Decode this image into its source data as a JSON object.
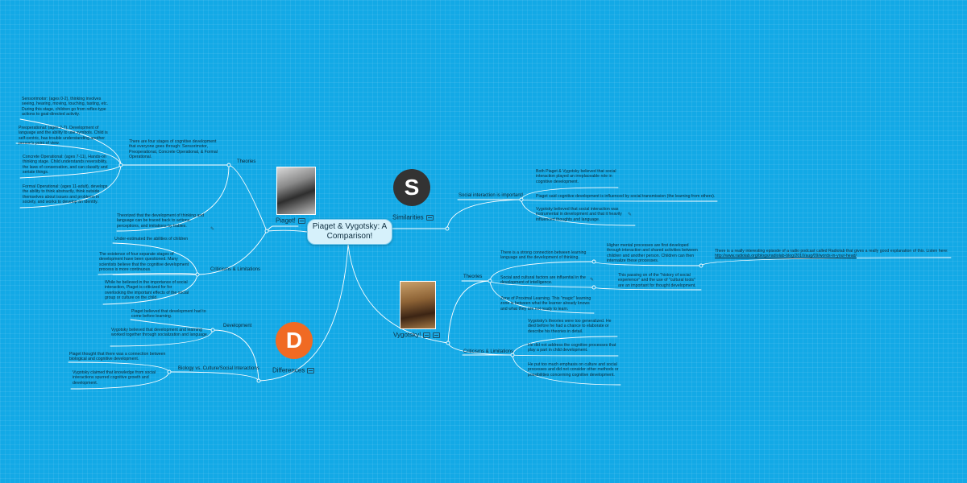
{
  "central": "Piaget & Vygotsky: A Comparison!",
  "branches": {
    "piaget": "Piaget!",
    "similarities": "Similarities",
    "vygotsky": "Vygotsky!",
    "differences": "Differences"
  },
  "badges": {
    "similarities": "S",
    "differences": "D"
  },
  "piaget": {
    "theories_label": "Theories",
    "stages_intro": "There are four stages of cognitive development that everyone goes through: Sensorimotor, Preoperational, Concrete Operational, & Formal Operational.",
    "stages": [
      "Sensorimotor: (ages 0-2), thinking involves seeing, hearing, moving, touching, tasting, etc. During this stage, children go from reflex-type actions to goal-directed activity.",
      "Preoperational: (ages 2-7), Development of language and the ability to use symbols. Child is self-centric, has trouble understanding another person's point of view.",
      "Concrete Operational: (ages 7-11), Hands-on thinking stage. Child understands reversibility, the laws of conservation, and can classify and seriate things.",
      "Formal Operational: (ages 11-adult), develops the ability to think abstractly, think outside themselves about issues and problems in society, and works to develop an identity."
    ],
    "theorized": "Theorized that the development of thinking and language can be traced back to actions, perceptions, and imitations by babies.",
    "criticisms_label": "Criticisms & Limitations",
    "criticisms": [
      "Under-estimated the abilities of children",
      "The existence of four separate stages of development have been questioned. Many scientists believe that the cognitive development process is more continuous.",
      "While he believed in the importance of social interaction, Piaget is criticized for for overlooking the important effects of the social group or culture on the child."
    ]
  },
  "similarities": {
    "social_label": "Social interaction is important!",
    "items": [
      "Both Piaget & Vygotsky believed that social interaction played an irreplaceable role in cognitive development.",
      "Piaget said cognitive development is influenced by social transmission (the learning from others).",
      "Vygotsky believed that social interaction was instrumental in development and that it heavily influenced thoughts and language."
    ]
  },
  "vygotsky": {
    "theories_label": "Theories",
    "theory1": "There is a strong connection between learning language and the development of thinking.",
    "theory1_sub": "Higher mental processes are first developed through interaction and shared activities between children and another person. Children can then internalize these processes.",
    "podcast_text": "There is a really interesting episode of a radio podcast called Radiolab that gives a really good explanation of this. Listen here:",
    "podcast_url": "http://www.radiolab.org/blogs/radiolab-blog/2010/aug/09/words-in-your-head/",
    "theory2": "Social and cultural factors are influential in the development of intelligence.",
    "theory2_sub": "This passing on of the \"history of social experience\" and the use of \"cultural tools\" are an important for thought development.",
    "theory3": "Zone of Proximal Learning. This \"magic\" learning zone is between what the learner already knows and what they are not ready to learn.",
    "criticisms_label": "Criticisms & Limitations",
    "criticisms": [
      "Vygotsky's theories were too generalized. He died before he had a chance to elaborate or describe his theories in detail.",
      "He did not address the cognitive processes that play a part in child development.",
      "He put too much emphasis on culture and social processes and did not consider other methods or possibilities concerning cognitive development."
    ]
  },
  "differences": {
    "development_label": "Development",
    "development": [
      "Piaget believed that development had to come before learning.",
      "Vygotsky believed that development and learning worked together through socialization and language."
    ],
    "biology_label": "Biology vs. Culture/Social Interactions",
    "biology": [
      "Piaget thought that there was a connection between biological and cognitive development.",
      "Vygotsky claimed that knowledge from social interactions spurred cognitive growth and development."
    ]
  },
  "colors": {
    "background": "#13a9e6",
    "line": "#ffffff",
    "central_fill": "#d6f1fb",
    "badge_similarities": "#333333",
    "badge_differences": "#f06a23"
  },
  "icons": [
    "note-icon",
    "document-icon",
    "portrait-photo"
  ]
}
